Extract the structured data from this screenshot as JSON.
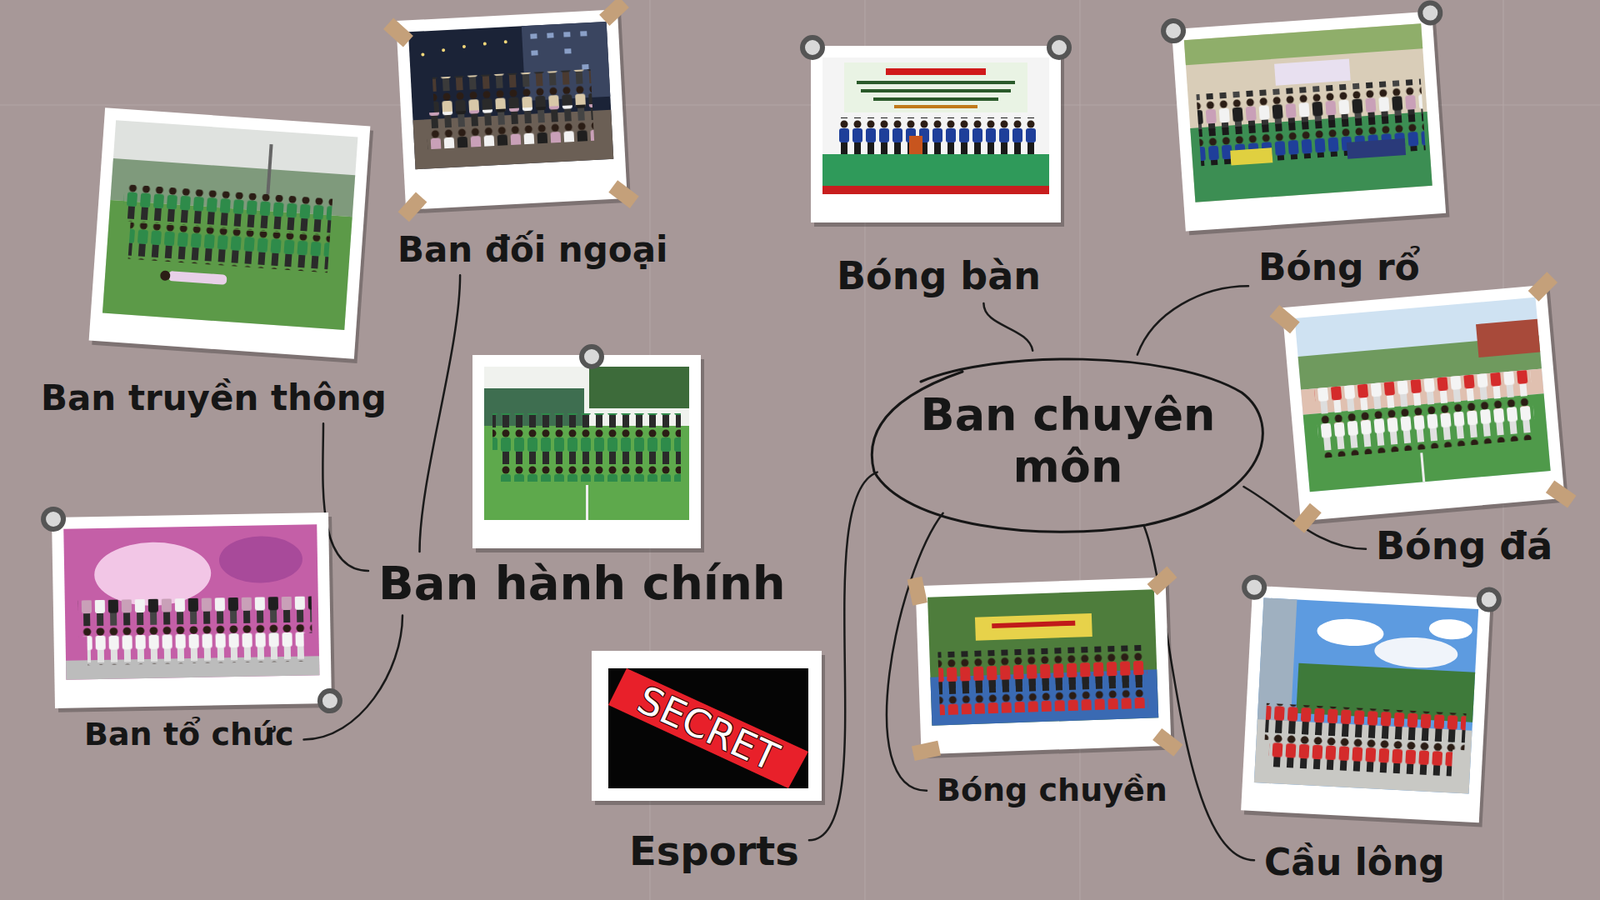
{
  "diagram": {
    "nodes": [
      {
        "text": [
          "Ban hành chính"
        ]
      },
      {
        "text": [
          "Ban đối ngoại"
        ]
      },
      {
        "text": [
          "Ban truyền thông"
        ]
      },
      {
        "text": [
          "Ban tổ chức"
        ]
      },
      {
        "text": [
          "Ban chuyên môn"
        ]
      },
      {
        "text": [
          "Bóng bàn"
        ]
      },
      {
        "text": [
          "Bóng rổ"
        ]
      },
      {
        "text": [
          "Bóng đá"
        ]
      },
      {
        "text": [
          "Cầu lông"
        ]
      },
      {
        "text": [
          "Bóng chuyền"
        ]
      },
      {
        "text": [
          "Esports"
        ]
      }
    ],
    "edges": [
      {
        "from": 0,
        "to": 1,
        "arrow": "none"
      },
      {
        "from": 0,
        "to": 2,
        "arrow": "none"
      },
      {
        "from": 0,
        "to": 3,
        "arrow": "none"
      },
      {
        "from": 4,
        "to": 5,
        "arrow": "none"
      },
      {
        "from": 4,
        "to": 6,
        "arrow": "none"
      },
      {
        "from": 4,
        "to": 7,
        "arrow": "none"
      },
      {
        "from": 4,
        "to": 8,
        "arrow": "none"
      },
      {
        "from": 4,
        "to": 9,
        "arrow": "none"
      },
      {
        "from": 4,
        "to": 10,
        "arrow": "none"
      }
    ],
    "labels": [
      "SECRET"
    ]
  }
}
